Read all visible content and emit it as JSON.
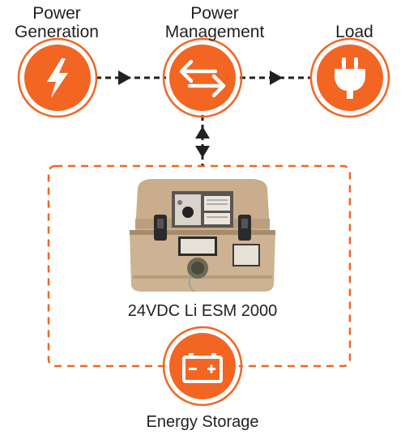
{
  "nodes": {
    "power_generation": {
      "line1": "Power",
      "line2": "Generation",
      "icon": "lightning-bolt-icon"
    },
    "power_management": {
      "line1": "Power",
      "line2": "Management",
      "icon": "bidirectional-arrows-icon"
    },
    "load": {
      "label": "Load",
      "icon": "power-plug-icon"
    },
    "energy_storage": {
      "label": "Energy Storage",
      "icon": "battery-icon"
    }
  },
  "device": {
    "label": "24VDC Li ESM 2000"
  },
  "colors": {
    "accent": "#f26522",
    "line": "#231f20",
    "case": "#c9ad8d"
  }
}
